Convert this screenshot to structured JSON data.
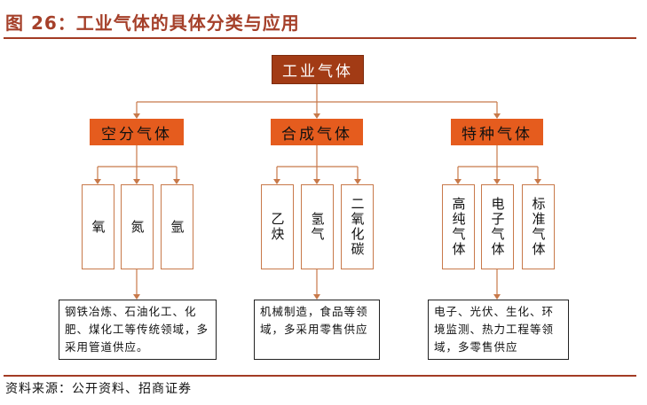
{
  "figure_title": "图 26：工业气体的具体分类与应用",
  "source": "资料来源：公开资料、招商证券",
  "root": "工业气体",
  "categories": [
    {
      "label": "空分气体",
      "items": [
        "氧",
        "氮",
        "氩"
      ],
      "desc": "钢铁冶炼、石油化工、化肥、煤化工等传统领域，多采用管道供应。"
    },
    {
      "label": "合成气体",
      "items": [
        "乙炔",
        "氢气",
        "二氧化碳"
      ],
      "desc": "机械制造，食品等领域，多采用零售供应"
    },
    {
      "label": "特种气体",
      "items": [
        "高纯气体",
        "电子气体",
        "标准气体"
      ],
      "desc": "电子、光伏、生化、环境监测、热力工程等领域，多零售供应"
    }
  ],
  "colors": {
    "title": "#a5402a",
    "root_fill": "#a23b15",
    "category_fill": "#e55c1e",
    "connector": "#c8794a"
  }
}
